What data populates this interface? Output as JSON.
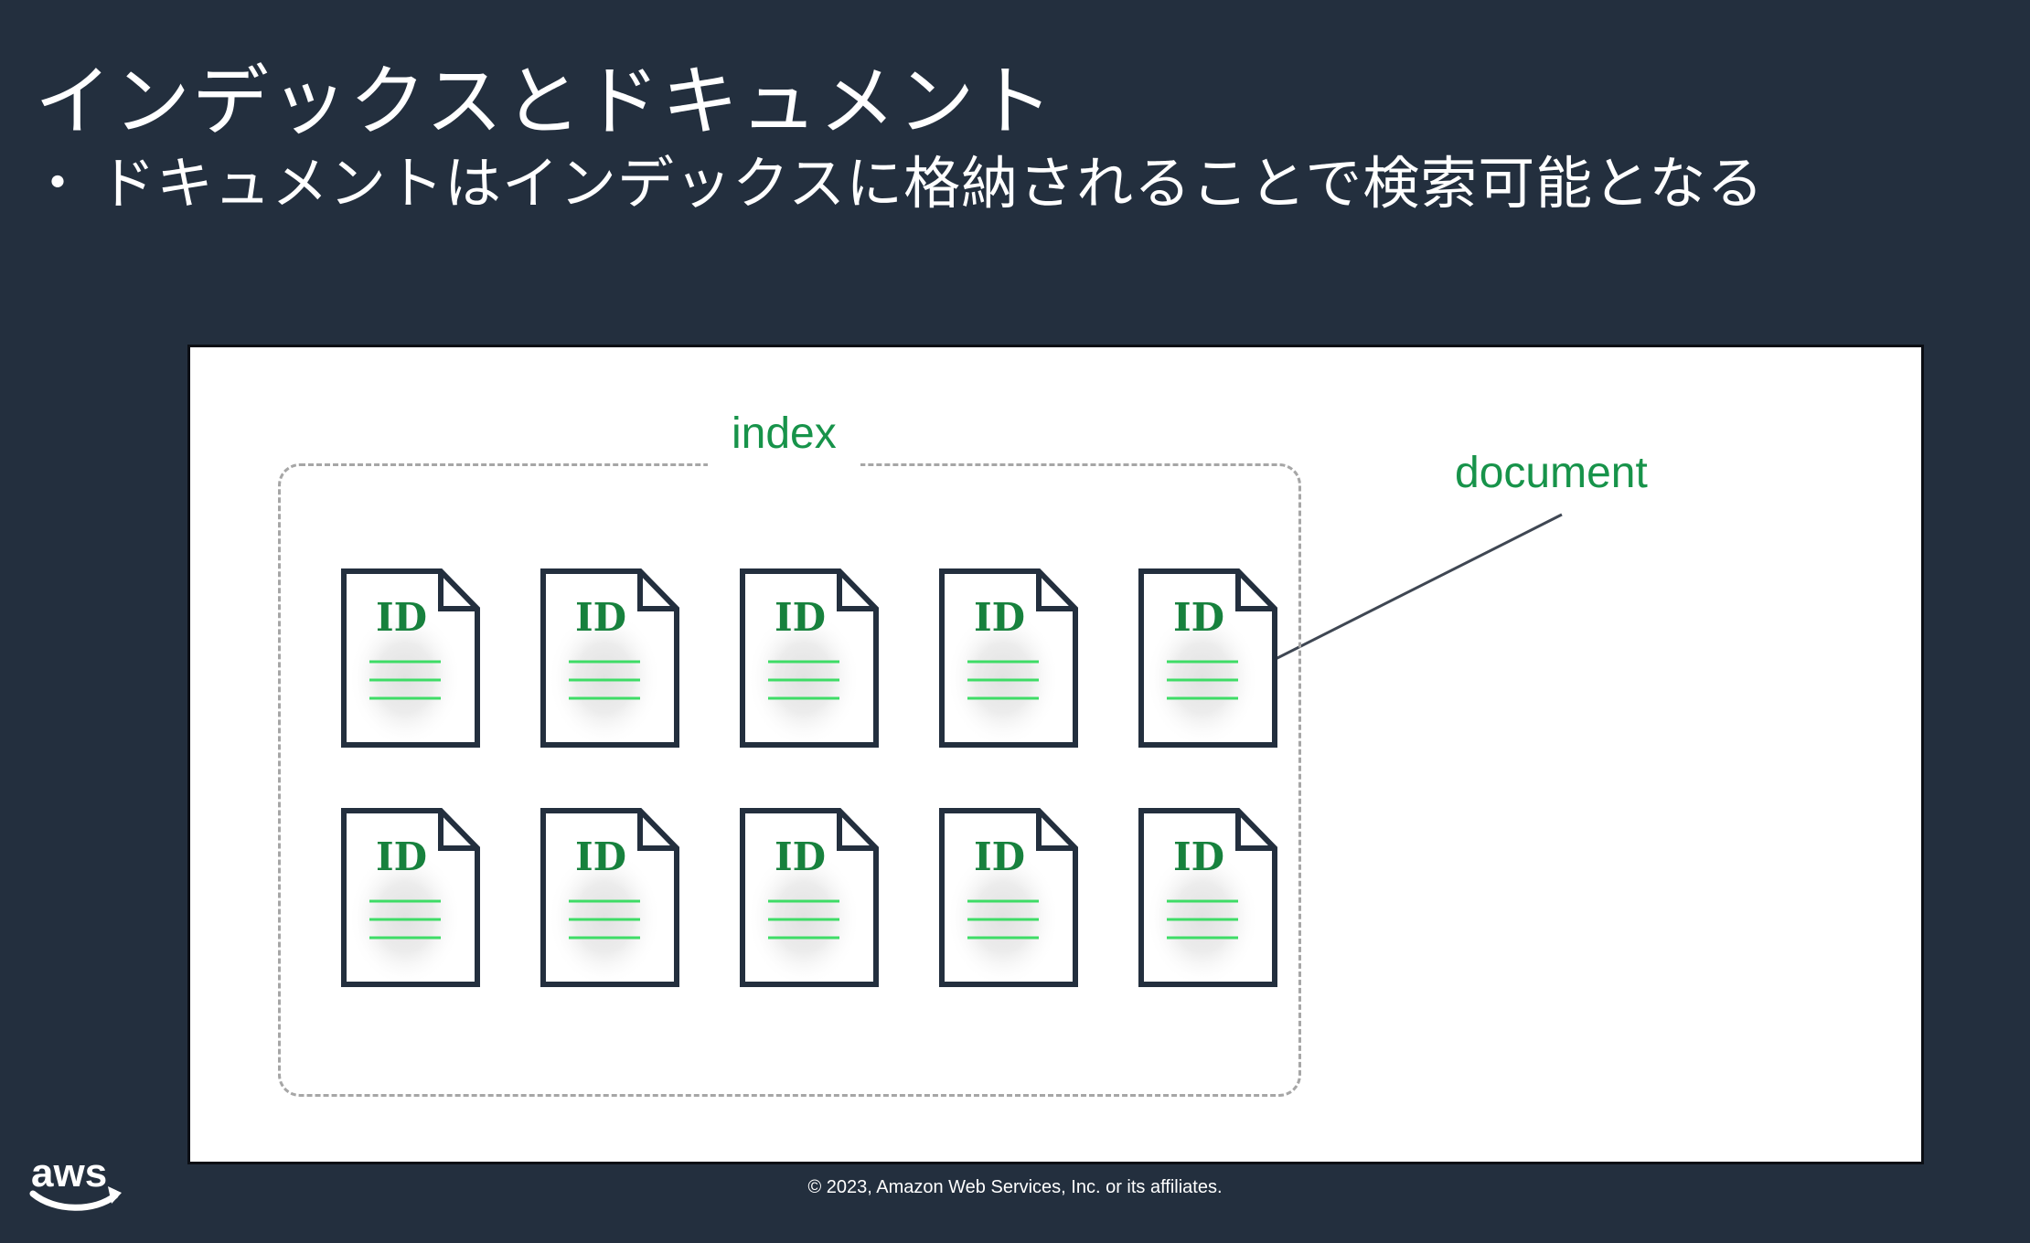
{
  "slide": {
    "title": "インデックスとドキュメント",
    "bullet": {
      "marker": "・",
      "text": "ドキュメントはインデックスに格納されることで検索可能となる"
    },
    "footer": {
      "logo_text": "aws",
      "copyright": "© 2023, Amazon Web Services, Inc. or its affiliates."
    },
    "colors": {
      "background": "#232f3e",
      "panel_bg": "#ffffff",
      "panel_border": "#0b0e14",
      "dashed_border": "#a6a6a6",
      "doc_border": "#232f3e",
      "id_green": "#17813d",
      "label_green": "#17934a",
      "line_green": "#3edc66",
      "connector": "#3f4753",
      "text_white": "#ffffff"
    }
  },
  "diagram": {
    "index_label": "index",
    "document_label": "document",
    "columns": 5,
    "documents": [
      {
        "label": "ID"
      },
      {
        "label": "ID"
      },
      {
        "label": "ID"
      },
      {
        "label": "ID"
      },
      {
        "label": "ID"
      },
      {
        "label": "ID"
      },
      {
        "label": "ID"
      },
      {
        "label": "ID"
      },
      {
        "label": "ID"
      },
      {
        "label": "ID"
      }
    ]
  }
}
